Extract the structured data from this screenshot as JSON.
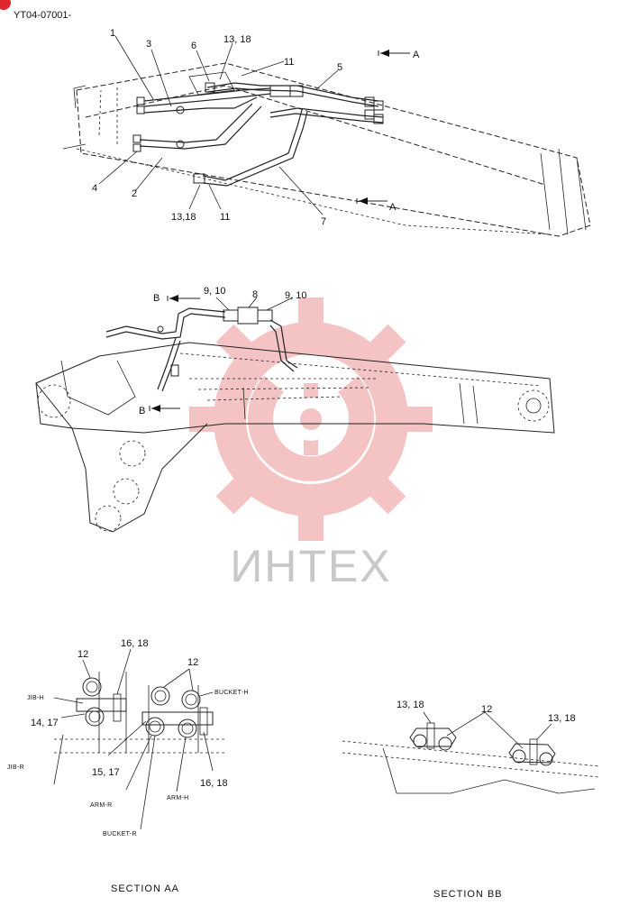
{
  "drawing": {
    "code": "YT04-07001-",
    "badge_color": "#e0262f"
  },
  "watermark": {
    "text": "ИНТЕХ",
    "gear_color": "#f3b9b9",
    "text_color": "#c8c8c8"
  },
  "top_view": {
    "labels": {
      "l1": "1",
      "l3": "3",
      "l6": "6",
      "l13_18_top": "13, 18",
      "l11_top": "11",
      "l5": "5",
      "arrow_a_top": "A",
      "l4": "4",
      "l2": "2",
      "l13_18_bot": "13,18",
      "l11_bot": "11",
      "l7": "7",
      "arrow_a_bot": "A"
    }
  },
  "mid_view": {
    "labels": {
      "arrow_b_top": "B",
      "l9_10_left": "9, 10",
      "l8": "8",
      "l9_10_right": "9, 10",
      "arrow_b_bot": "B"
    }
  },
  "section_aa": {
    "title": "SECTION AA",
    "labels": {
      "l12_left": "12",
      "l16_18_top": "16, 18",
      "l12_right": "12",
      "jib_h": "JIB-H",
      "bucket_h": "BUCKET-H",
      "l14_17": "14, 17",
      "jib_r": "JIB-R",
      "l15_17": "15, 17",
      "l16_18_bot": "16, 18",
      "arm_r": "ARM-R",
      "arm_h": "ARM-H",
      "bucket_r": "BUCKET-R"
    }
  },
  "section_bb": {
    "title": "SECTION BB",
    "labels": {
      "l13_18_left": "13, 18",
      "l12": "12",
      "l13_18_right": "13, 18"
    }
  }
}
